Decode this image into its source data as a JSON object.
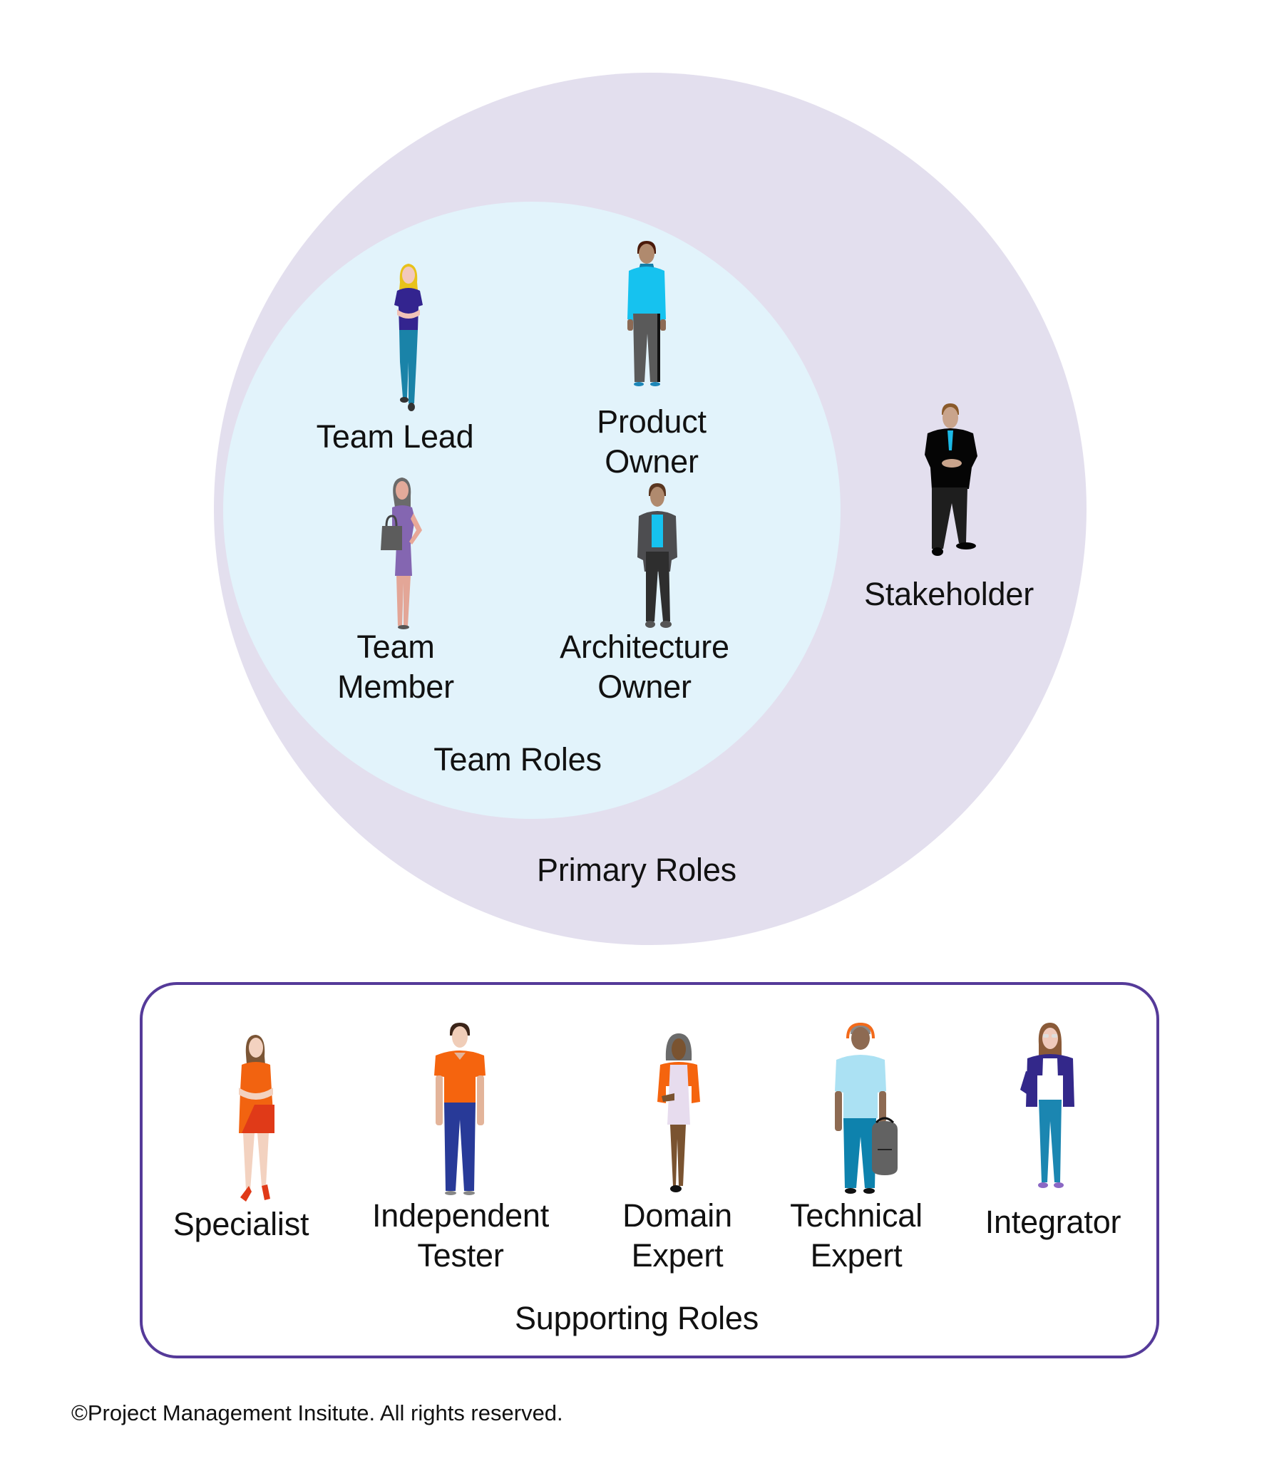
{
  "colors": {
    "primary_circle": "#e3dfee",
    "team_circle": "#e2f3fb",
    "support_border": "#553a99",
    "text": "#111111"
  },
  "primary_roles": {
    "title": "Primary Roles",
    "team_roles": {
      "title": "Team Roles",
      "roles": [
        {
          "lines": [
            "Team Lead"
          ],
          "icon": "person-woman-crossed-arms-icon"
        },
        {
          "lines": [
            "Product",
            "Owner"
          ],
          "icon": "person-man-blue-sweater-icon"
        },
        {
          "lines": [
            "Team",
            "Member"
          ],
          "icon": "person-woman-handbag-icon"
        },
        {
          "lines": [
            "Architecture",
            "Owner"
          ],
          "icon": "person-man-jacket-icon"
        }
      ]
    },
    "stakeholder": {
      "lines": [
        "Stakeholder"
      ],
      "icon": "person-man-suit-icon"
    }
  },
  "supporting_roles": {
    "title": "Supporting Roles",
    "roles": [
      {
        "lines": [
          "Specialist"
        ],
        "icon": "person-woman-orange-dress-icon"
      },
      {
        "lines": [
          "Independent",
          "Tester"
        ],
        "icon": "person-man-orange-shirt-icon"
      },
      {
        "lines": [
          "Domain",
          "Expert"
        ],
        "icon": "person-woman-orange-blazer-icon"
      },
      {
        "lines": [
          "Technical",
          "Expert"
        ],
        "icon": "person-man-backpack-icon"
      },
      {
        "lines": [
          "Integrator"
        ],
        "icon": "person-woman-cardigan-icon"
      }
    ]
  },
  "copyright": "©Project Management Insitute. All rights reserved."
}
